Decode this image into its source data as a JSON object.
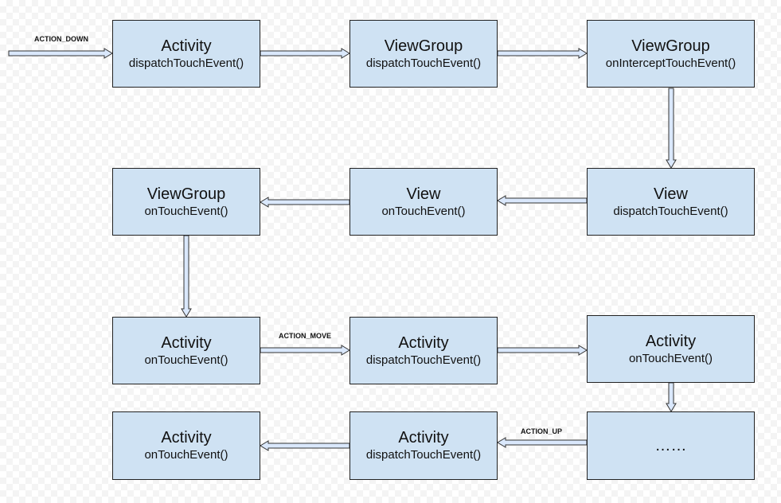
{
  "nodes": [
    {
      "id": "n1",
      "title": "Activity",
      "subtitle": "dispatchTouchEvent()"
    },
    {
      "id": "n2",
      "title": "ViewGroup",
      "subtitle": "dispatchTouchEvent()"
    },
    {
      "id": "n3",
      "title": "ViewGroup",
      "subtitle": "onInterceptTouchEvent()"
    },
    {
      "id": "n4",
      "title": "ViewGroup",
      "subtitle": "onTouchEvent()"
    },
    {
      "id": "n5",
      "title": "View",
      "subtitle": "onTouchEvent()"
    },
    {
      "id": "n6",
      "title": "View",
      "subtitle": "dispatchTouchEvent()"
    },
    {
      "id": "n7",
      "title": "Activity",
      "subtitle": "onTouchEvent()"
    },
    {
      "id": "n8",
      "title": "Activity",
      "subtitle": "dispatchTouchEvent()"
    },
    {
      "id": "n9",
      "title": "Activity",
      "subtitle": "onTouchEvent()"
    },
    {
      "id": "n10",
      "title": "Activity",
      "subtitle": "onTouchEvent()"
    },
    {
      "id": "n11",
      "title": "Activity",
      "subtitle": "dispatchTouchEvent()"
    },
    {
      "id": "n12",
      "title": "……",
      "subtitle": ""
    }
  ],
  "edge_labels": {
    "action_down": "ACTION_DOWN",
    "action_move": "ACTION_MOVE",
    "action_up": "ACTION_UP"
  },
  "colors": {
    "node_fill": "#cfe2f3",
    "node_border": "#222222",
    "arrow_fill": "#dae8fc",
    "arrow_stroke": "#333333"
  }
}
